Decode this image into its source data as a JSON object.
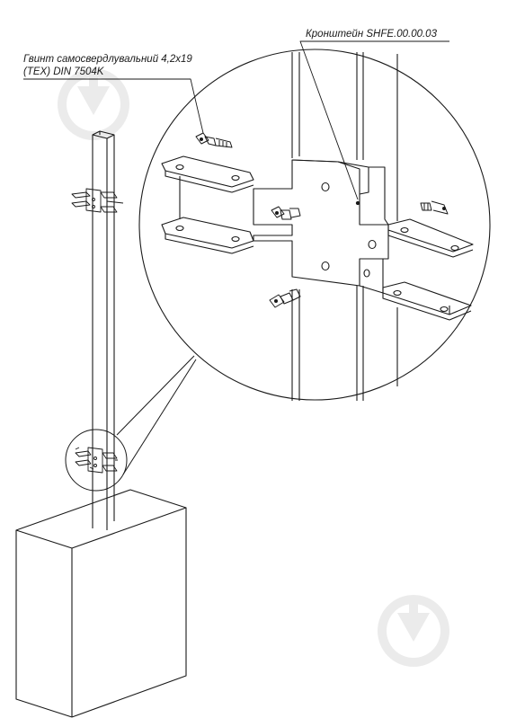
{
  "labels": {
    "screw_line1": "Гвинт самосвердлувальний  4,2x19",
    "screw_line2": "(TEX) DIN 7504K",
    "bracket": "Кронштейн SHFE.00.00.03"
  },
  "icons": {
    "watermark": "drop-down-arrow-watermark-icon"
  },
  "colors": {
    "line": "#1a1a1a",
    "watermark": "#e8e8e8",
    "background": "#ffffff"
  }
}
